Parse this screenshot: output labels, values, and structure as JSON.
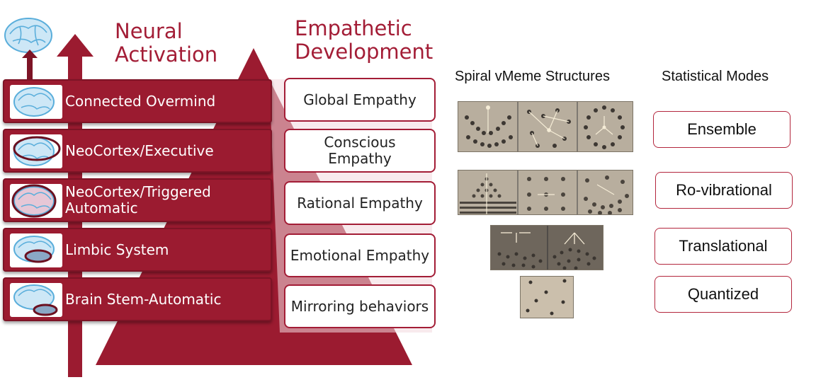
{
  "headings": {
    "neural": "Neural\nActivation",
    "empathetic": "Empathetic\nDevelopment",
    "structures": "Spiral vMeme Structures",
    "modes": "Statistical Modes"
  },
  "levels": [
    {
      "label": "Connected Overmind"
    },
    {
      "label": "NeoCortex/Executive"
    },
    {
      "label": "NeoCortex/Triggered\nAutomatic"
    },
    {
      "label": "Limbic System"
    },
    {
      "label": "Brain Stem-Automatic"
    }
  ],
  "empathy": [
    {
      "label": "Global Empathy"
    },
    {
      "label": "Conscious\nEmpathy"
    },
    {
      "label": "Rational Empathy"
    },
    {
      "label": "Emotional Empathy"
    },
    {
      "label": "Mirroring behaviors"
    }
  ],
  "modes": [
    {
      "label": "Ensemble"
    },
    {
      "label": "Ro-vibrational"
    },
    {
      "label": "Translational"
    },
    {
      "label": "Quantized"
    }
  ],
  "colors": {
    "accent": "#9b1b30",
    "heading": "#a31d36",
    "brain": "#5aaedb",
    "panel": "#b5ab9b"
  }
}
